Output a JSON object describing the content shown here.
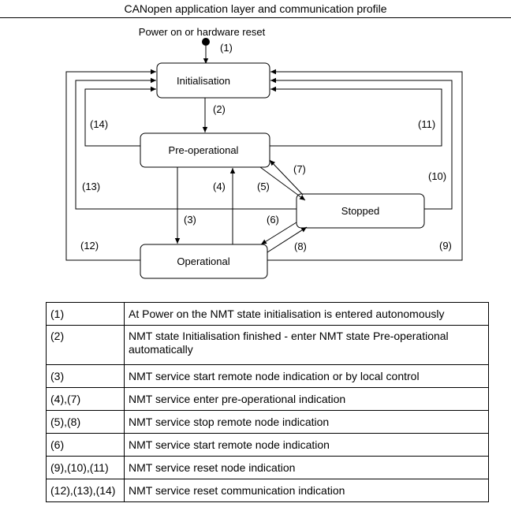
{
  "header": {
    "title": "CANopen application layer and communication profile"
  },
  "diagram": {
    "start_label": "Power on or hardware reset",
    "states": {
      "initialisation": "Initialisation",
      "preoperational": "Pre-operational",
      "operational": "Operational",
      "stopped": "Stopped"
    },
    "transitions": {
      "t1": "(1)",
      "t2": "(2)",
      "t3": "(3)",
      "t4": "(4)",
      "t5": "(5)",
      "t6": "(6)",
      "t7": "(7)",
      "t8": "(8)",
      "t9": "(9)",
      "t10": "(10)",
      "t11": "(11)",
      "t12": "(12)",
      "t13": "(13)",
      "t14": "(14)"
    }
  },
  "legend": [
    {
      "key": "(1)",
      "desc": "At Power on the NMT state initialisation is entered autonomously"
    },
    {
      "key": "(2)",
      "desc": "NMT state Initialisation finished - enter NMT state Pre-operational automatically"
    },
    {
      "key": "(3)",
      "desc": "NMT service start remote node indication or by local control"
    },
    {
      "key": "(4),(7)",
      "desc": "NMT service enter pre-operational indication"
    },
    {
      "key": "(5),(8)",
      "desc": "NMT service stop remote node indication"
    },
    {
      "key": "(6)",
      "desc": "NMT service start remote node indication"
    },
    {
      "key": "(9),(10),(11)",
      "desc": "NMT service reset node indication"
    },
    {
      "key": "(12),(13),(14)",
      "desc": "NMT service reset communication indication"
    }
  ]
}
